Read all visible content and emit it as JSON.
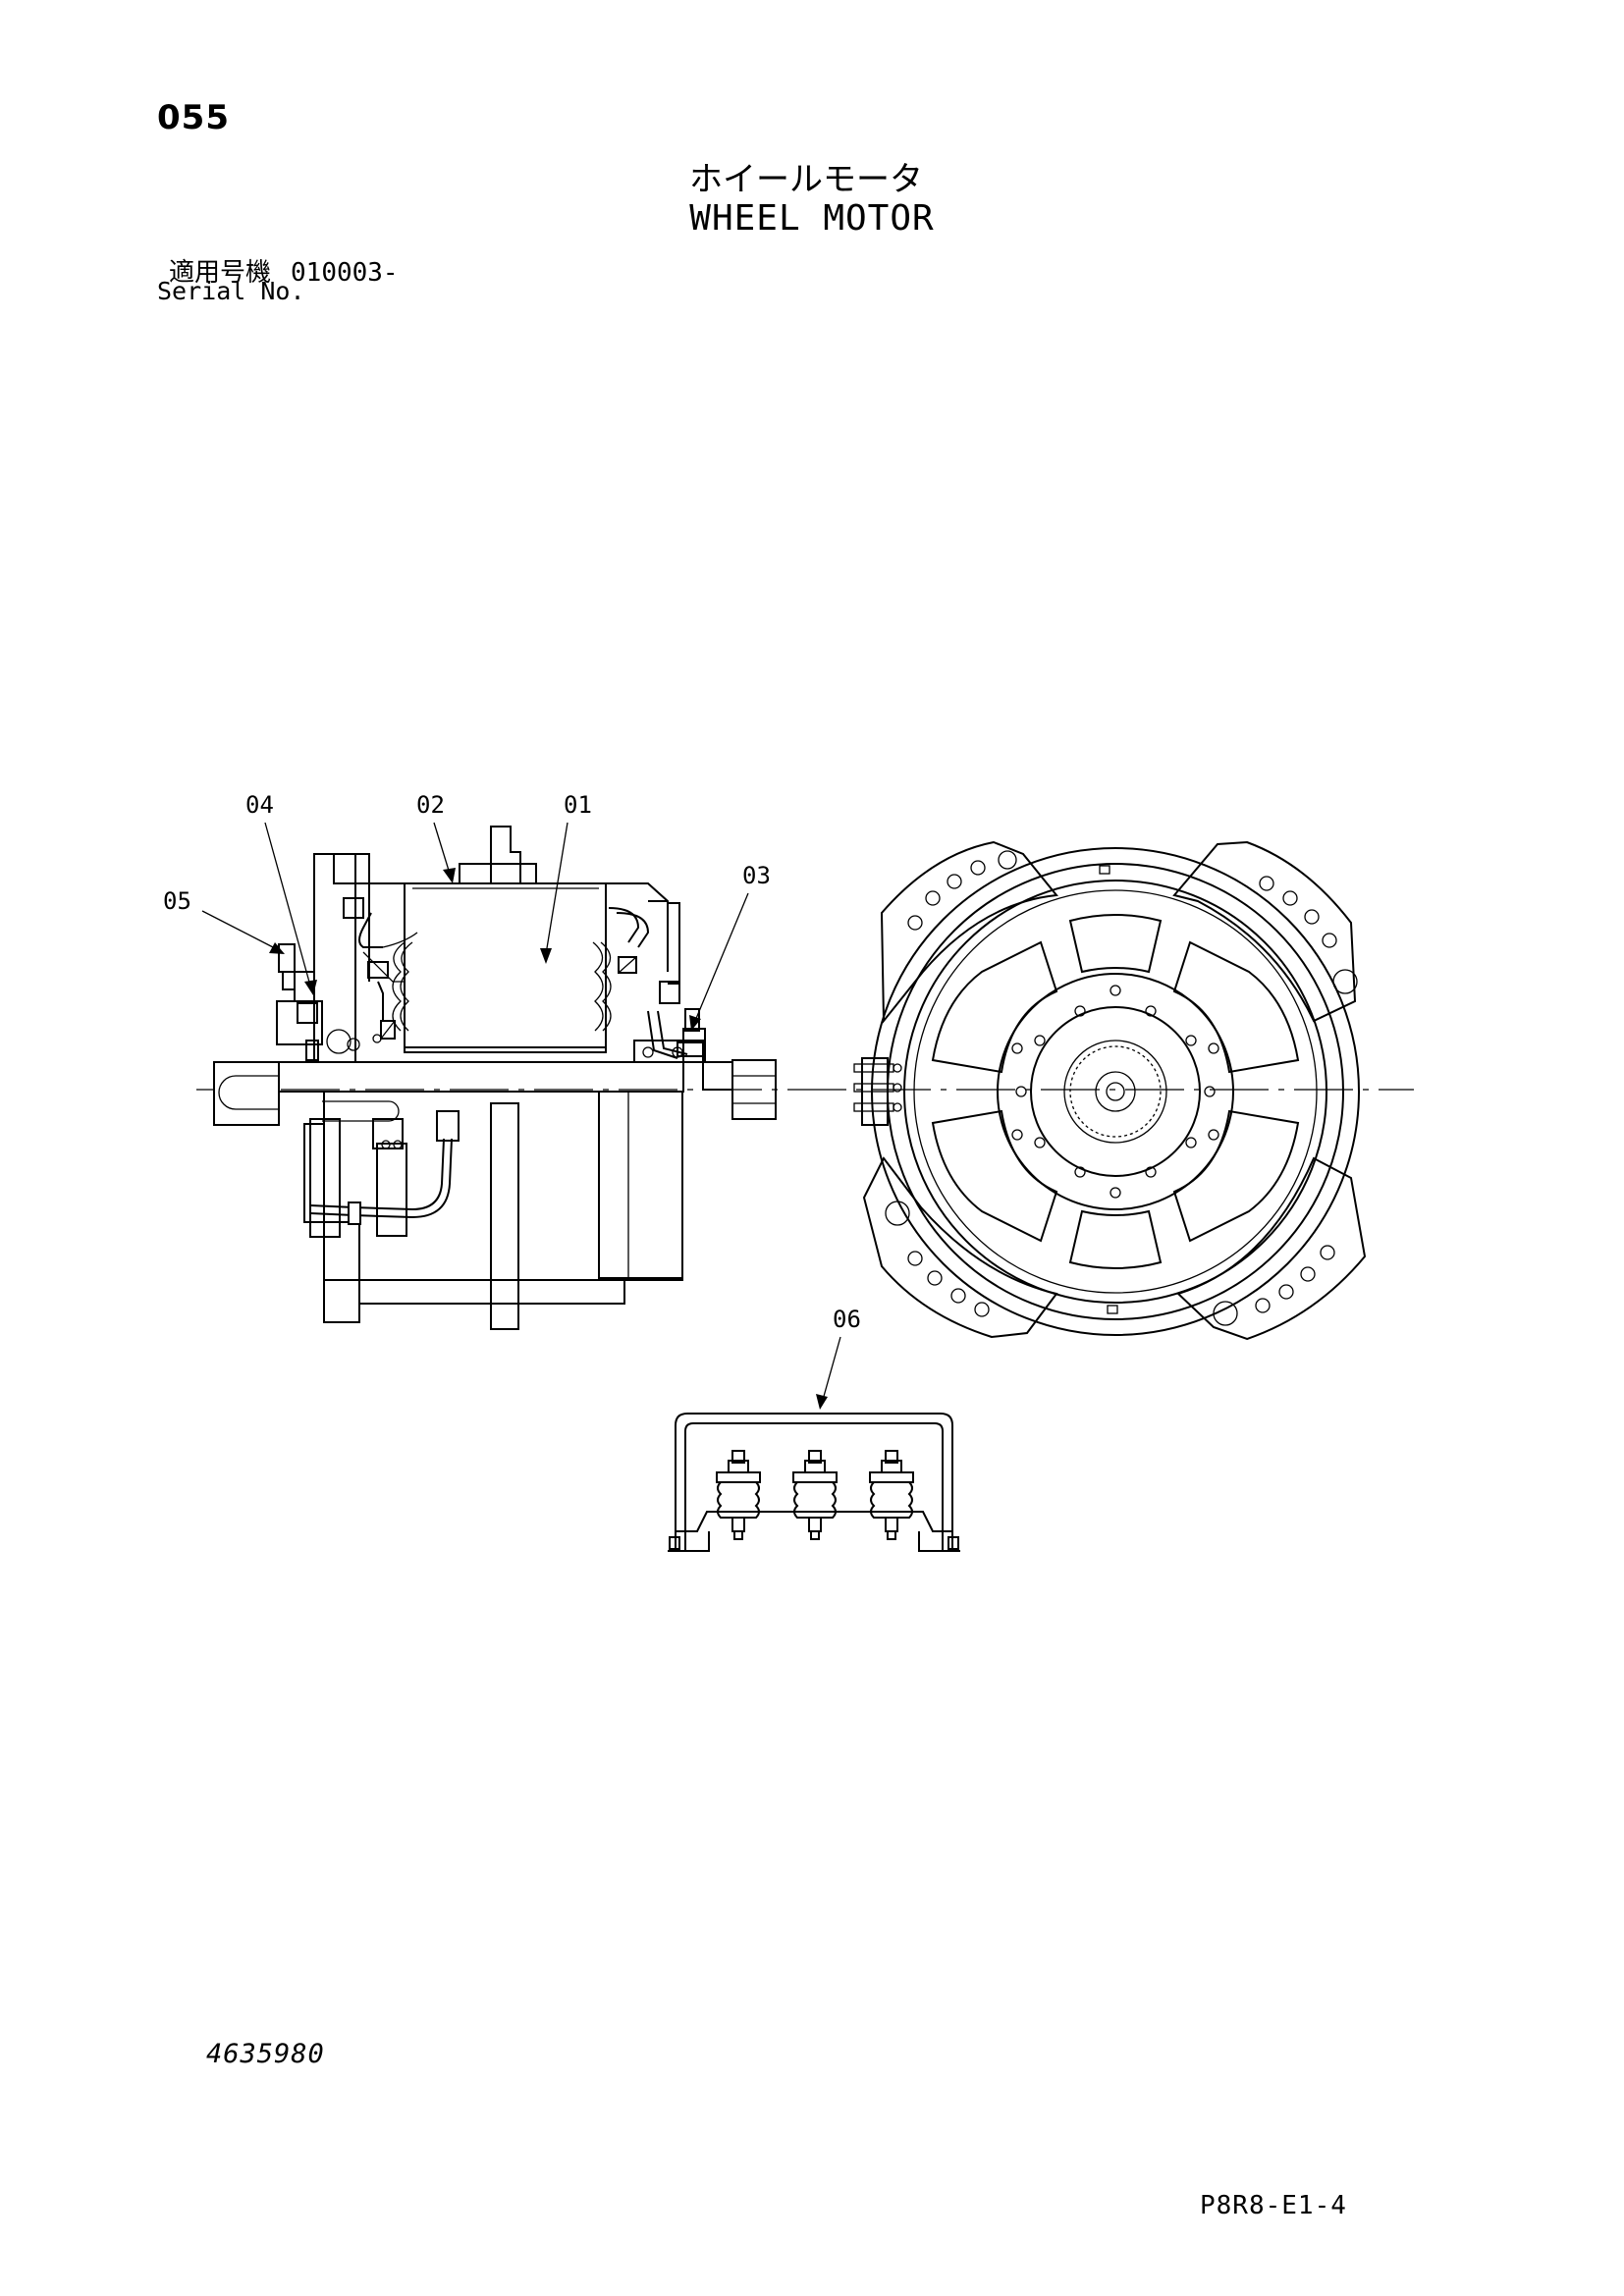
{
  "header": {
    "page_number": "055",
    "title_jp": "ホイールモータ",
    "title_en": "WHEEL MOTOR",
    "serial_label_jp": "適用号機",
    "serial_value": "010003-",
    "serial_label_en": "Serial No."
  },
  "callouts": [
    {
      "label": "01"
    },
    {
      "label": "02"
    },
    {
      "label": "03"
    },
    {
      "label": "04"
    },
    {
      "label": "05"
    },
    {
      "label": "06"
    }
  ],
  "footer": {
    "drawing_number": "4635980",
    "page_code": "P8R8-E1-4"
  }
}
